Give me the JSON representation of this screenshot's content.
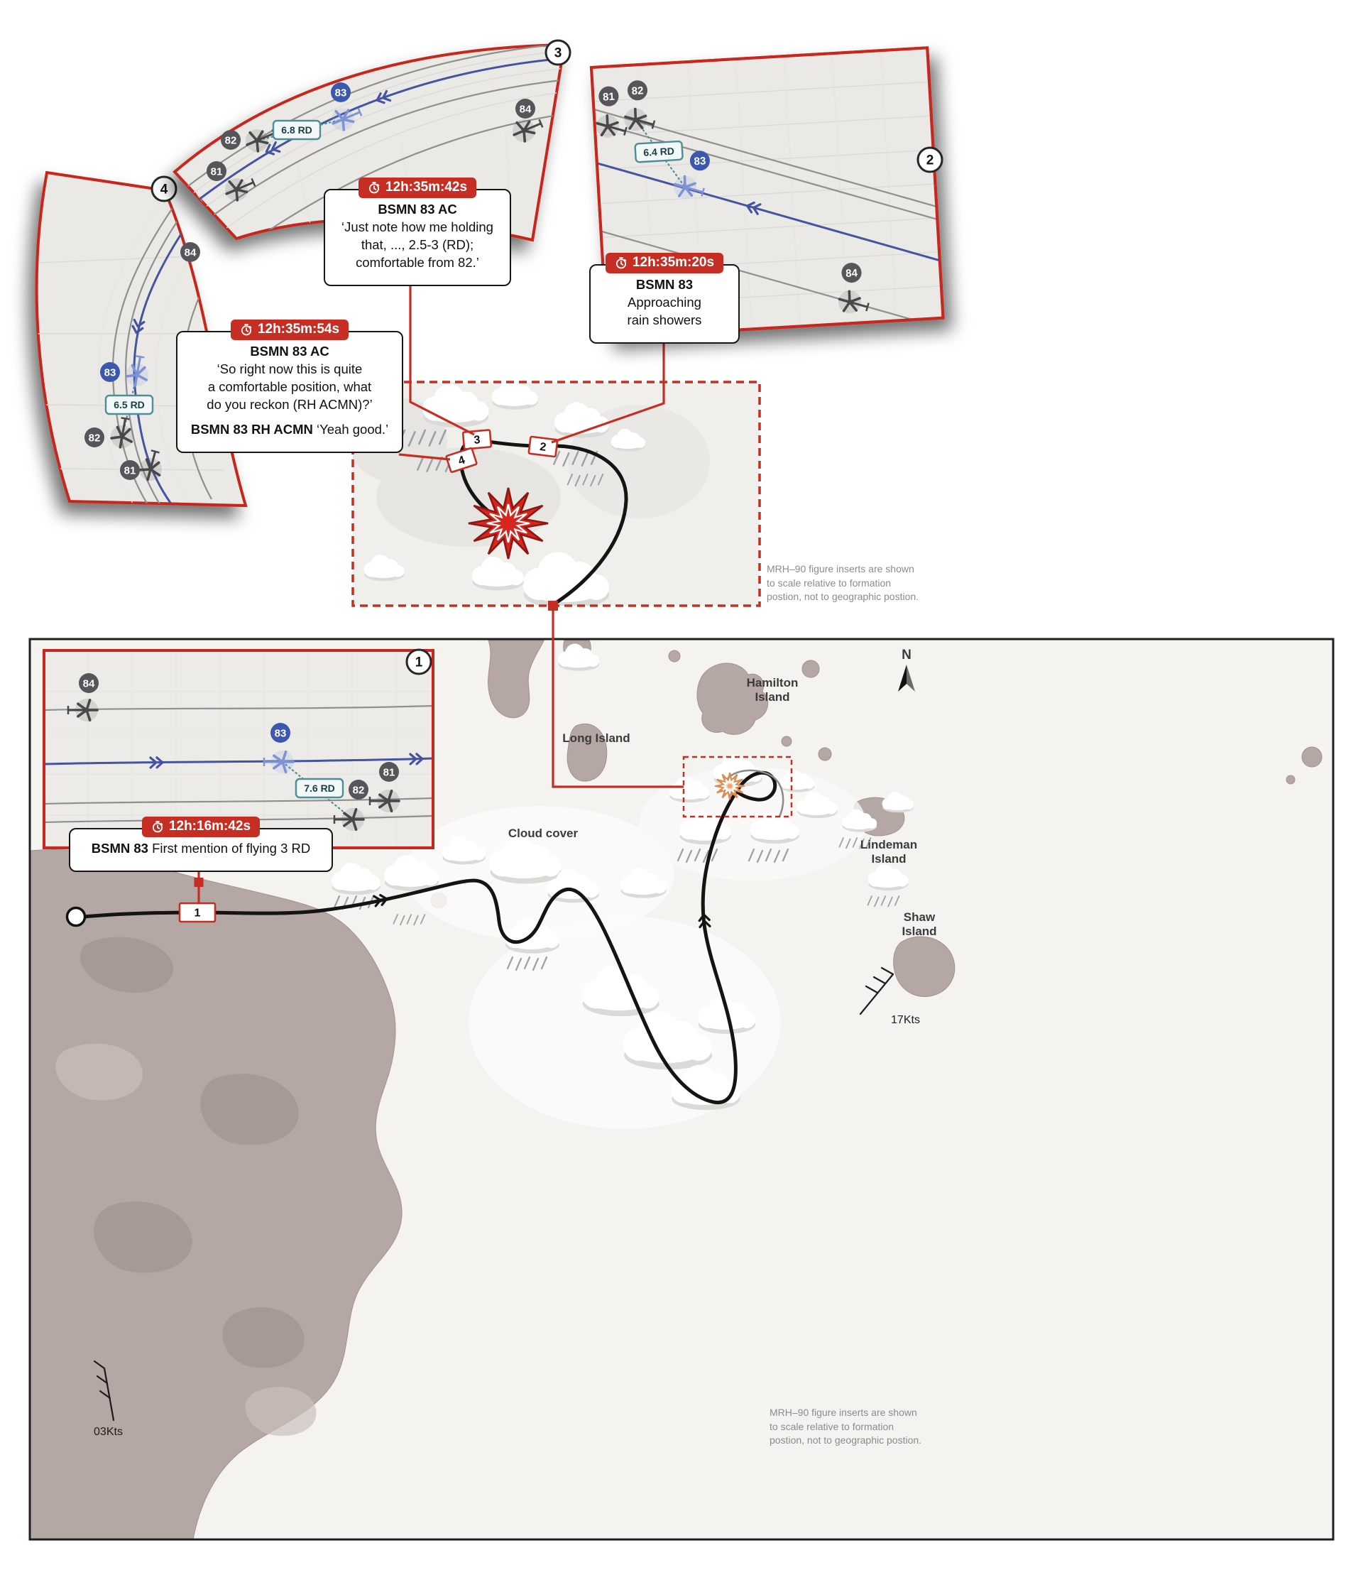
{
  "panel_badges": {
    "p1": "1",
    "p2": "2",
    "p3": "3",
    "p4": "4"
  },
  "helicopters": {
    "h81": "81",
    "h82": "82",
    "h83": "83",
    "h84": "84"
  },
  "rd": {
    "p1": "7.6 RD",
    "p2": "6.4 RD",
    "p3": "6.8 RD",
    "p4": "6.5 RD"
  },
  "callouts": {
    "t3542": {
      "time": "12h:35m:42s",
      "speaker": "BSMN 83 AC",
      "line1": "‘Just note how me holding",
      "line2": "that, ..., 2.5-3 (RD);",
      "line3": "comfortable from 82.’"
    },
    "t3520": {
      "time": "12h:35m:20s",
      "speaker": "BSMN 83",
      "line1": "Approaching",
      "line2": "rain showers"
    },
    "t3554": {
      "time": "12h:35m:54s",
      "speaker": "BSMN 83 AC",
      "line1": "‘So right now this is quite",
      "line2": "a comfortable position, what",
      "line3": "do you reckon (RH ACMN)?’",
      "speaker2": "BSMN 83 RH ACMN",
      "reply": "‘Yeah good.’"
    },
    "t1642": {
      "time": "12h:16m:42s",
      "speaker": "BSMN 83",
      "text": "First mention of flying 3 RD"
    }
  },
  "map_labels": {
    "long_island": "Long Island",
    "hamilton_island": "Hamilton Island",
    "lindeman_island": "Lindeman Island",
    "shaw_island": "Shaw Island",
    "cloud_cover": "Cloud cover",
    "north": "N",
    "wind_left": "03Kts",
    "wind_right": "17Kts"
  },
  "notes": {
    "scale_note": "MRH–90 figure inserts are shown to scale relative to formation postion, not to geographic postion."
  }
}
